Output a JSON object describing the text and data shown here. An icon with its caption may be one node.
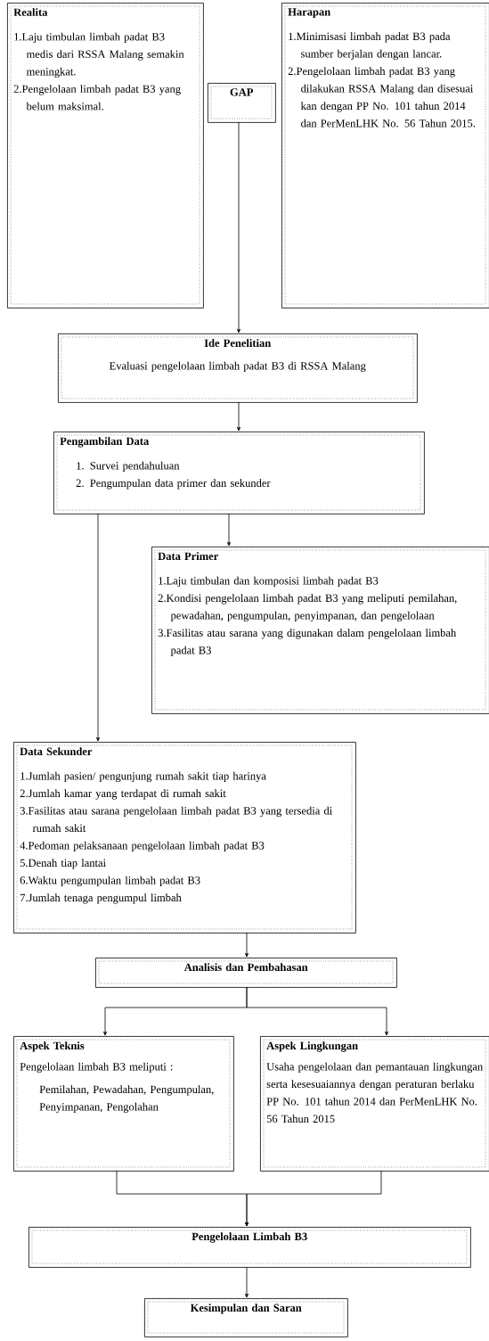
{
  "diagram": {
    "nodes": [
      {
        "text": [
          "Realita",
          "1.Laju timbulan limbah padat B3 medis dari RSSA Malang semakin meningkat.",
          "2.Pengelolaan limbah padat B3 yang belum maksimal."
        ]
      },
      {
        "text": [
          "GAP"
        ]
      },
      {
        "text": [
          "Harapan",
          "1.Minimisasi limbah padat B3 pada sumber berjalan dengan lancar.",
          "2.Pengelolaan limbah padat B3 yang dilakukan RSSA Malang dan disesuai kan dengan PP No. 101 tahun 2014 dan PerMenLHK No. 56 Tahun 2015."
        ]
      },
      {
        "text": [
          "Ide Penelitian",
          "Evaluasi pengelolaan limbah padat B3 di RSSA Malang"
        ]
      },
      {
        "text": [
          "Pengambilan Data",
          "1. Survei pendahuluan",
          "2. Pengumpulan data primer dan sekunder"
        ]
      },
      {
        "text": [
          "Data Primer",
          "1.Laju timbulan dan komposisi limbah padat B3",
          "2.Kondisi pengelolaan limbah padat B3 yang meliputi pemilahan, pewadahan, pengumpulan, penyimpanan, dan pengelolaan",
          "3.Fasilitas atau sarana yang digunakan dalam pengelolaan limbah padat B3"
        ]
      },
      {
        "text": [
          "Data Sekunder",
          "1.Jumlah pasien/ pengunjung rumah sakit tiap harinya",
          "2.Jumlah kamar yang terdapat di rumah sakit",
          "3.Fasilitas atau sarana pengelolaan limbah padat B3 yang tersedia di rumah sakit",
          "4.Pedoman pelaksanaan pengelolaan limbah padat B3",
          "5.Denah tiap lantai",
          "6.Waktu pengumpulan limbah padat B3",
          "7.Jumlah tenaga pengumpul limbah"
        ]
      },
      {
        "text": [
          "Analisis dan Pembahasan"
        ]
      },
      {
        "text": [
          "Aspek Teknis",
          "Pengelolaan limbah B3 meliputi :",
          "Pemilahan, Pewadahan, Pengumpulan, Penyimpanan, Pengolahan"
        ]
      },
      {
        "text": [
          "Aspek Lingkungan",
          "Usaha pengelolaan dan pemantauan lingkungan serta kesesuaiannya dengan peraturan berlaku PP No. 101 tahun 2014 dan PerMenLHK No. 56 Tahun 2015"
        ]
      },
      {
        "text": [
          "Pengelolaan Limbah B3"
        ]
      },
      {
        "text": [
          "Kesimpulan dan Saran"
        ]
      }
    ],
    "edges": [
      {
        "from": 1,
        "to": 3,
        "arrow": "to"
      },
      {
        "from": 3,
        "to": 4,
        "arrow": "to"
      },
      {
        "from": 4,
        "to": 5,
        "arrow": "to"
      },
      {
        "from": 4,
        "to": 6,
        "arrow": "to"
      },
      {
        "from": 6,
        "to": 7,
        "arrow": "to"
      },
      {
        "from": 7,
        "to": 8,
        "arrow": "to"
      },
      {
        "from": 7,
        "to": 9,
        "arrow": "to"
      },
      {
        "from": 8,
        "to": 10,
        "arrow": "to"
      },
      {
        "from": 9,
        "to": 10,
        "arrow": "to"
      },
      {
        "from": 10,
        "to": 11,
        "arrow": "to"
      }
    ]
  }
}
